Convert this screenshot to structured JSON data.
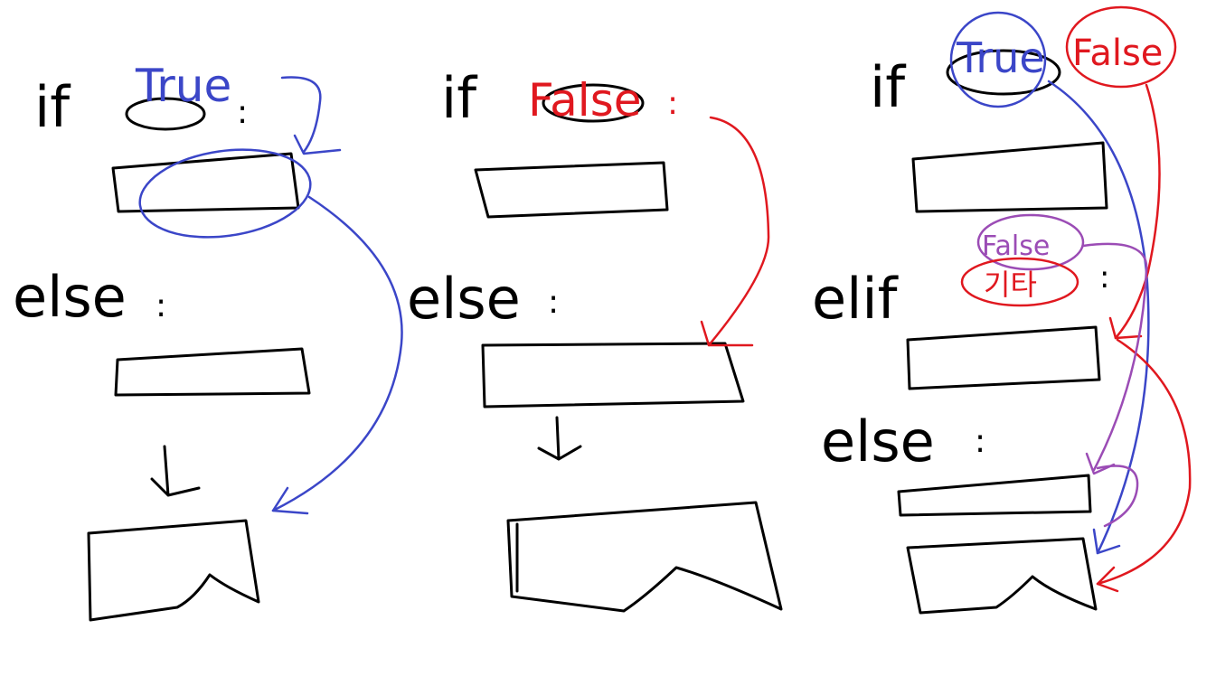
{
  "colors": {
    "ink": "#000000",
    "true_path": "#3b46c8",
    "false_path": "#e0181f",
    "elif_path": "#9b4cb5",
    "background": "#ffffff"
  },
  "panel1": {
    "kw_if": "if",
    "colon_if": ":",
    "condition": "True",
    "kw_else": "else",
    "colon_else": ":"
  },
  "panel2": {
    "kw_if": "if",
    "condition": "False",
    "colon_if": ":",
    "kw_else": "else",
    "colon_else": ":"
  },
  "panel3": {
    "kw_if": "if",
    "condition_true": "True",
    "condition_false": "False",
    "kw_elif": "elif",
    "elif_condition_false": "False",
    "elif_condition_other": "기타",
    "colon_elif": ":",
    "kw_else": "else",
    "colon_else": ":"
  }
}
